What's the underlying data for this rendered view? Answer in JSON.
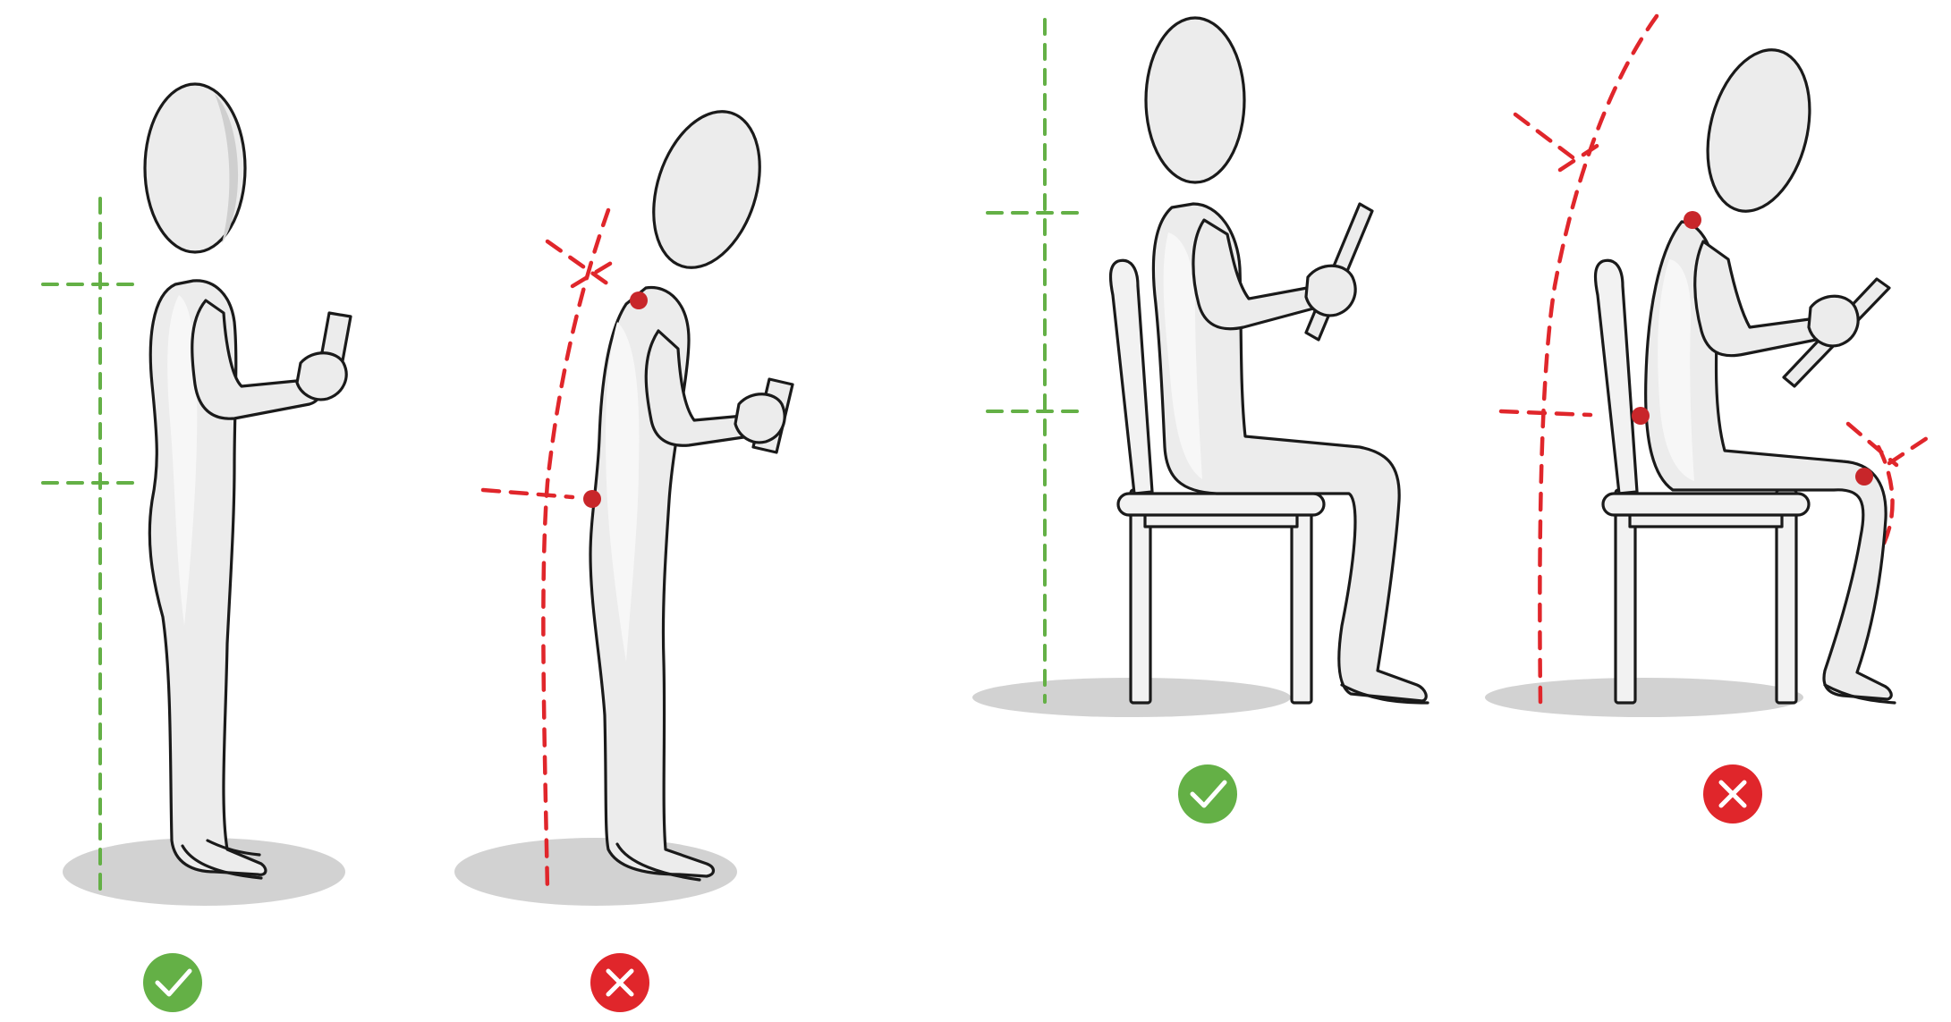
{
  "colors": {
    "good": "#64b046",
    "bad": "#e0262b",
    "joint": "#c8262a",
    "figure_fill": "#ececec",
    "figure_outline": "#1a1a1a",
    "ground_shadow": "#d2d2d2"
  },
  "panels": [
    {
      "id": "standing-good",
      "posture": "standing",
      "verdict": "correct",
      "icon": "check-icon"
    },
    {
      "id": "standing-bad",
      "posture": "standing",
      "verdict": "incorrect",
      "icon": "cross-icon"
    },
    {
      "id": "sitting-good",
      "posture": "sitting",
      "verdict": "correct",
      "icon": "check-icon"
    },
    {
      "id": "sitting-bad",
      "posture": "sitting",
      "verdict": "incorrect",
      "icon": "cross-icon"
    }
  ]
}
